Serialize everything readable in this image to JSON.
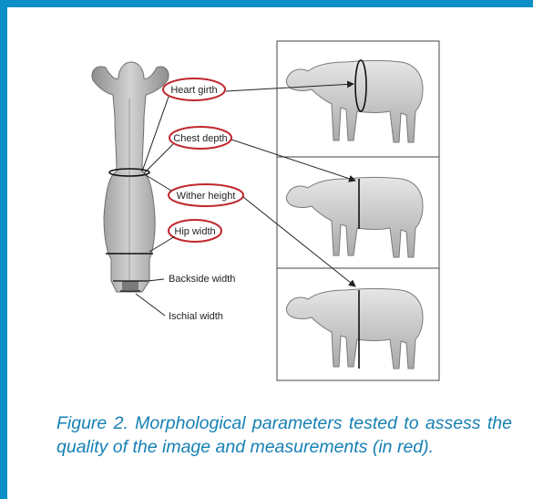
{
  "figure": {
    "labels": {
      "heart_girth": "Heart girth",
      "chest_depth": "Chest depth",
      "wither_height": "Wither height",
      "hip_width": "Hip width",
      "backside_width": "Backside width",
      "ischial_width": "Ischial width"
    },
    "highlighted_color": "#c0272d",
    "line_color": "#222222"
  },
  "caption": {
    "text": "Figure 2. Morphological parameters tested to assess the quality of the image and measurements (in red)."
  },
  "theme": {
    "frame_color": "#0b8fc6",
    "caption_color": "#1680b5"
  }
}
